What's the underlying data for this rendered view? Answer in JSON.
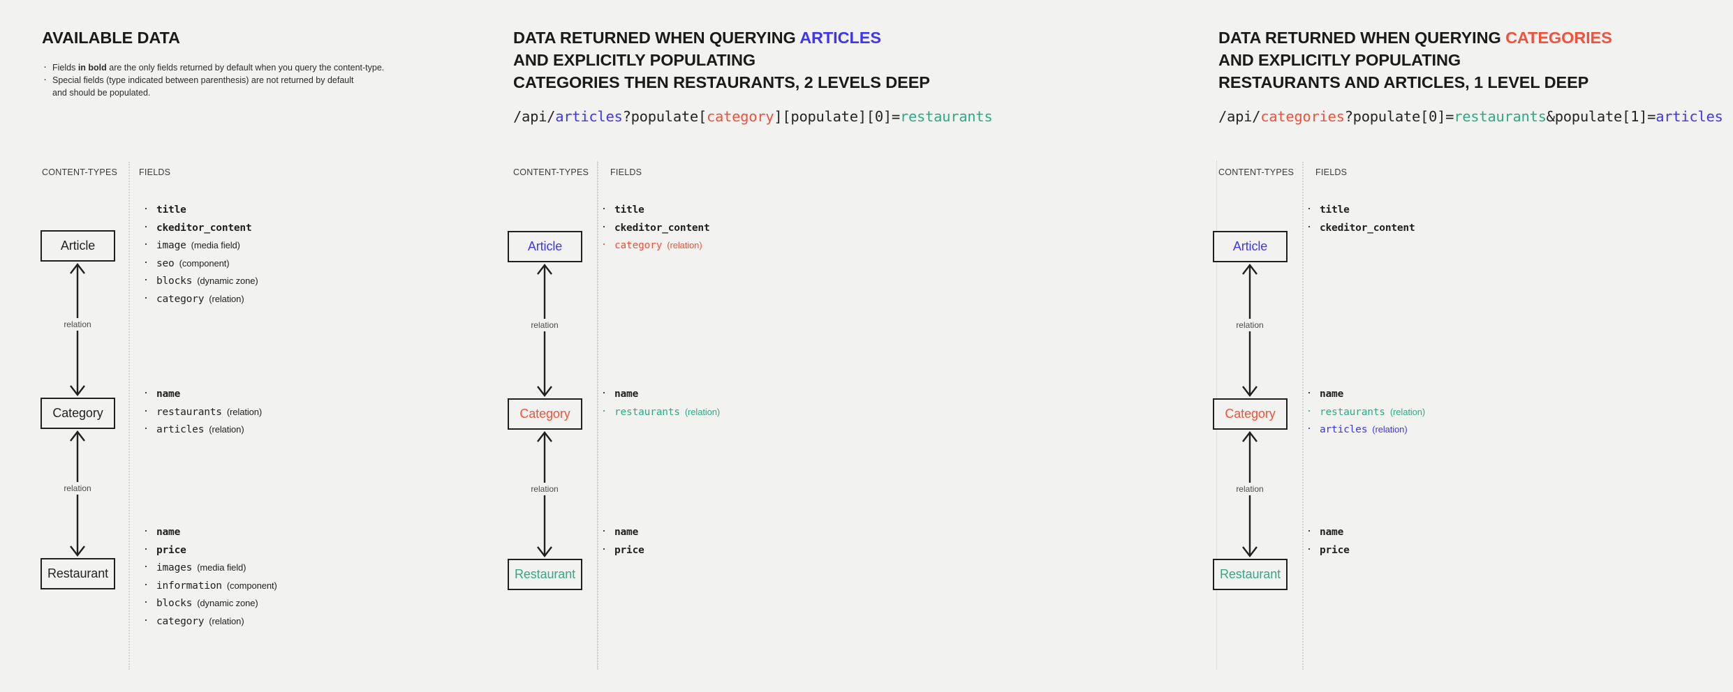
{
  "colors": {
    "background": "#f2f2f1",
    "text": "#1f1f1f",
    "articles_blue": "#4035f0",
    "category_red": "#f5513a",
    "restaurants_teal": "#2eaa87",
    "divider": "#d2d2d0"
  },
  "panels": [
    {
      "id": "available-data",
      "heading": {
        "prefix": "AVAILABLE DATA",
        "accent": "",
        "lines": [
          "AVAILABLE DATA"
        ]
      },
      "bullets": [
        {
          "text_before": "Fields ",
          "bold": "in bold",
          "text_after": " are the only fields returned by default when you query the content-type."
        },
        {
          "text_before": "Special fields (type indicated between parenthesis) are not returned by default\nand should be populated.",
          "bold": "",
          "text_after": ""
        }
      ],
      "api_query": null,
      "col_labels": {
        "content_types": "CONTENT-TYPES",
        "fields": "FIELDS"
      },
      "nodes": [
        {
          "label": "Article",
          "tone": "default"
        },
        {
          "label": "Category",
          "tone": "default"
        },
        {
          "label": "Restaurant",
          "tone": "default"
        }
      ],
      "connectors": [
        {
          "label": "relation"
        },
        {
          "label": "relation"
        }
      ],
      "field_groups": [
        [
          {
            "name": "title",
            "type": "",
            "bold": true,
            "tone": "default"
          },
          {
            "name": "ckeditor_content",
            "type": "",
            "bold": true,
            "tone": "default"
          },
          {
            "name": "image",
            "type": "(media field)",
            "bold": false,
            "tone": "default"
          },
          {
            "name": "seo",
            "type": "(component)",
            "bold": false,
            "tone": "default"
          },
          {
            "name": "blocks",
            "type": "(dynamic zone)",
            "bold": false,
            "tone": "default"
          },
          {
            "name": "category",
            "type": "(relation)",
            "bold": false,
            "tone": "default"
          }
        ],
        [
          {
            "name": "name",
            "type": "",
            "bold": true,
            "tone": "default"
          },
          {
            "name": "restaurants",
            "type": "(relation)",
            "bold": false,
            "tone": "default"
          },
          {
            "name": "articles",
            "type": "(relation)",
            "bold": false,
            "tone": "default"
          }
        ],
        [
          {
            "name": "name",
            "type": "",
            "bold": true,
            "tone": "default"
          },
          {
            "name": "price",
            "type": "",
            "bold": true,
            "tone": "default"
          },
          {
            "name": "images",
            "type": "(media field)",
            "bold": false,
            "tone": "default"
          },
          {
            "name": "information",
            "type": "(component)",
            "bold": false,
            "tone": "default"
          },
          {
            "name": "blocks",
            "type": "(dynamic zone)",
            "bold": false,
            "tone": "default"
          },
          {
            "name": "category",
            "type": "(relation)",
            "bold": false,
            "tone": "default"
          }
        ]
      ]
    },
    {
      "id": "query-articles",
      "heading": {
        "line1_prefix": "DATA RETURNED WHEN QUERYING ",
        "line1_accent": "ARTICLES",
        "line1_accent_class": "accent-articles",
        "line2": "AND EXPLICITLY POPULATING",
        "line3": "CATEGORIES THEN RESTAURANTS, 2 LEVELS DEEP"
      },
      "api_query": [
        {
          "text": "/api/",
          "tone": "default"
        },
        {
          "text": "articles",
          "tone": "articles"
        },
        {
          "text": "?populate[",
          "tone": "default"
        },
        {
          "text": "category",
          "tone": "category"
        },
        {
          "text": "][populate][0]=",
          "tone": "default"
        },
        {
          "text": "restaurants",
          "tone": "restaurants"
        }
      ],
      "col_labels": {
        "content_types": "CONTENT-TYPES",
        "fields": "FIELDS"
      },
      "nodes": [
        {
          "label": "Article",
          "tone": "article"
        },
        {
          "label": "Category",
          "tone": "category"
        },
        {
          "label": "Restaurant",
          "tone": "restaurant"
        }
      ],
      "connectors": [
        {
          "label": "relation"
        },
        {
          "label": "relation"
        }
      ],
      "field_groups": [
        [
          {
            "name": "title",
            "type": "",
            "bold": true,
            "tone": "default"
          },
          {
            "name": "ckeditor_content",
            "type": "",
            "bold": true,
            "tone": "default"
          },
          {
            "name": "category",
            "type": "(relation)",
            "bold": false,
            "tone": "red"
          }
        ],
        [
          {
            "name": "name",
            "type": "",
            "bold": true,
            "tone": "default"
          },
          {
            "name": "restaurants",
            "type": "(relation)",
            "bold": false,
            "tone": "teal"
          }
        ],
        [
          {
            "name": "name",
            "type": "",
            "bold": true,
            "tone": "default"
          },
          {
            "name": "price",
            "type": "",
            "bold": true,
            "tone": "default"
          }
        ]
      ]
    },
    {
      "id": "query-categories",
      "heading": {
        "line1_prefix": "DATA RETURNED WHEN QUERYING ",
        "line1_accent": "CATEGORIES",
        "line1_accent_class": "accent-categories",
        "line2": "AND EXPLICITLY POPULATING",
        "line3": "RESTAURANTS AND ARTICLES, 1 LEVEL DEEP"
      },
      "api_query": [
        {
          "text": "/api/",
          "tone": "default"
        },
        {
          "text": "categories",
          "tone": "category"
        },
        {
          "text": "?populate[0]=",
          "tone": "default"
        },
        {
          "text": "restaurants",
          "tone": "restaurants"
        },
        {
          "text": "&populate[1]=",
          "tone": "default"
        },
        {
          "text": "articles",
          "tone": "articles"
        }
      ],
      "col_labels": {
        "content_types": "CONTENT-TYPES",
        "fields": "FIELDS"
      },
      "nodes": [
        {
          "label": "Article",
          "tone": "article"
        },
        {
          "label": "Category",
          "tone": "category"
        },
        {
          "label": "Restaurant",
          "tone": "restaurant"
        }
      ],
      "connectors": [
        {
          "label": "relation"
        },
        {
          "label": "relation"
        }
      ],
      "field_groups": [
        [
          {
            "name": "title",
            "type": "",
            "bold": true,
            "tone": "default"
          },
          {
            "name": "ckeditor_content",
            "type": "",
            "bold": true,
            "tone": "default"
          }
        ],
        [
          {
            "name": "name",
            "type": "",
            "bold": true,
            "tone": "default"
          },
          {
            "name": "restaurants",
            "type": "(relation)",
            "bold": false,
            "tone": "teal"
          },
          {
            "name": "articles",
            "type": "(relation)",
            "bold": false,
            "tone": "blue"
          }
        ],
        [
          {
            "name": "name",
            "type": "",
            "bold": true,
            "tone": "default"
          },
          {
            "name": "price",
            "type": "",
            "bold": true,
            "tone": "default"
          }
        ]
      ]
    }
  ]
}
